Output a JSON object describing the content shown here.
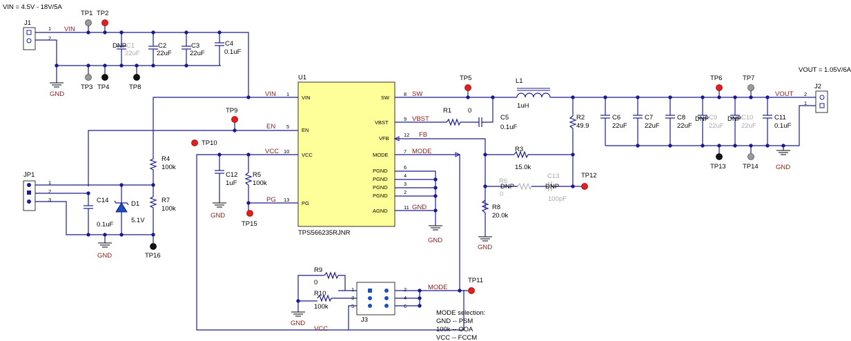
{
  "header": {
    "vin_spec": "VIN = 4.5V - 18V/5A",
    "vout_spec": "VOUT = 1.05V/6A"
  },
  "nets": {
    "vin": "VIN",
    "vin2": "VIN",
    "en": "EN",
    "vcc": "VCC",
    "vcc2": "VCC",
    "pg": "PG",
    "sw": "SW",
    "vbst": "VBST",
    "fb": "FB",
    "mode": "MODE",
    "mode2": "MODE",
    "vout": "VOUT",
    "gnd": "GND",
    "gnd_ic": "GND"
  },
  "ic": {
    "ref": "U1",
    "part": "TPS566235RJNR",
    "pins_left": {
      "vin": "VIN",
      "en": "EN",
      "vcc": "VCC",
      "pg": "PG"
    },
    "pins_right": {
      "sw": "SW",
      "vbst": "VBST",
      "vfb": "VFB",
      "mode": "MODE",
      "pgnd": "PGND",
      "agnd": "AGND"
    },
    "pin_numbers": {
      "vin": "1",
      "en": "5",
      "vcc": "10",
      "pg": "13",
      "sw": "8",
      "vbst": "9",
      "fb": "12",
      "mode": "7",
      "p6": "6",
      "p4": "4",
      "p3": "3",
      "p2": "2",
      "agnd": "11"
    }
  },
  "connectors": {
    "j1": {
      "ref": "J1",
      "p1": "1",
      "p2": "2"
    },
    "j2": {
      "ref": "J2",
      "p1": "1",
      "p2": "2"
    },
    "jp1": {
      "ref": "JP1",
      "p1": "1",
      "p2": "2",
      "p3": "3"
    },
    "j3": {
      "ref": "J3",
      "p1": "1",
      "p2": "2",
      "p3": "3",
      "p4": "4",
      "p5": "5",
      "p6": "6"
    }
  },
  "testpoints": [
    "TP1",
    "TP2",
    "TP3",
    "TP4",
    "TP5",
    "TP6",
    "TP7",
    "TP8",
    "TP9",
    "TP10",
    "TP11",
    "TP12",
    "TP13",
    "TP14",
    "TP15",
    "TP16"
  ],
  "components": {
    "c1": {
      "ref": "C1",
      "val": "22uF",
      "dnp": "DNP"
    },
    "c2": {
      "ref": "C2",
      "val": "22uF"
    },
    "c3": {
      "ref": "C3",
      "val": "22uF"
    },
    "c4": {
      "ref": "C4",
      "val": "0.1uF"
    },
    "c5": {
      "ref": "C5",
      "val": "0.1uF"
    },
    "c6": {
      "ref": "C6",
      "val": "22uF"
    },
    "c7": {
      "ref": "C7",
      "val": "22uF"
    },
    "c8": {
      "ref": "C8",
      "val": "22uF"
    },
    "c9": {
      "ref": "C9",
      "val": "22uF",
      "dnp": "DNP"
    },
    "c10": {
      "ref": "C10",
      "val": "22uF",
      "dnp": "DNP"
    },
    "c11": {
      "ref": "C11",
      "val": "0.1uF"
    },
    "c12": {
      "ref": "C12",
      "val": "1uF"
    },
    "c13": {
      "ref": "C13",
      "val": "100pF",
      "dnp": "DNP"
    },
    "c14": {
      "ref": "C14",
      "val": "0.1uF"
    },
    "d1": {
      "ref": "D1",
      "val": "5.1V"
    },
    "l1": {
      "ref": "L1",
      "val": "1uH"
    },
    "r1": {
      "ref": "R1",
      "val": "0"
    },
    "r2": {
      "ref": "R2",
      "val": "49.9"
    },
    "r3": {
      "ref": "R3",
      "val": "15.0k"
    },
    "r4": {
      "ref": "R4",
      "val": "100k"
    },
    "r5": {
      "ref": "R5",
      "val": "100k"
    },
    "r6": {
      "ref": "R6",
      "val": "0",
      "dnp": "DNP"
    },
    "r7": {
      "ref": "R7",
      "val": "100k"
    },
    "r8": {
      "ref": "R8",
      "val": "20.0k"
    },
    "r9": {
      "ref": "R9",
      "val": "0"
    },
    "r10": {
      "ref": "R10",
      "val": "100k"
    }
  },
  "mode_note": {
    "title": "MODE selection:",
    "line1": "GND -- PSM",
    "line2": "100k -- OOA",
    "line3": "VCC -- FCCM"
  },
  "colors": {
    "wire": "#1b1b8f",
    "net_label": "#8b1c1c",
    "ic_fill": "#ffff99",
    "tp_red": "#e02020",
    "tp_gray": "#9a9a9a",
    "tp_black": "#111111"
  }
}
